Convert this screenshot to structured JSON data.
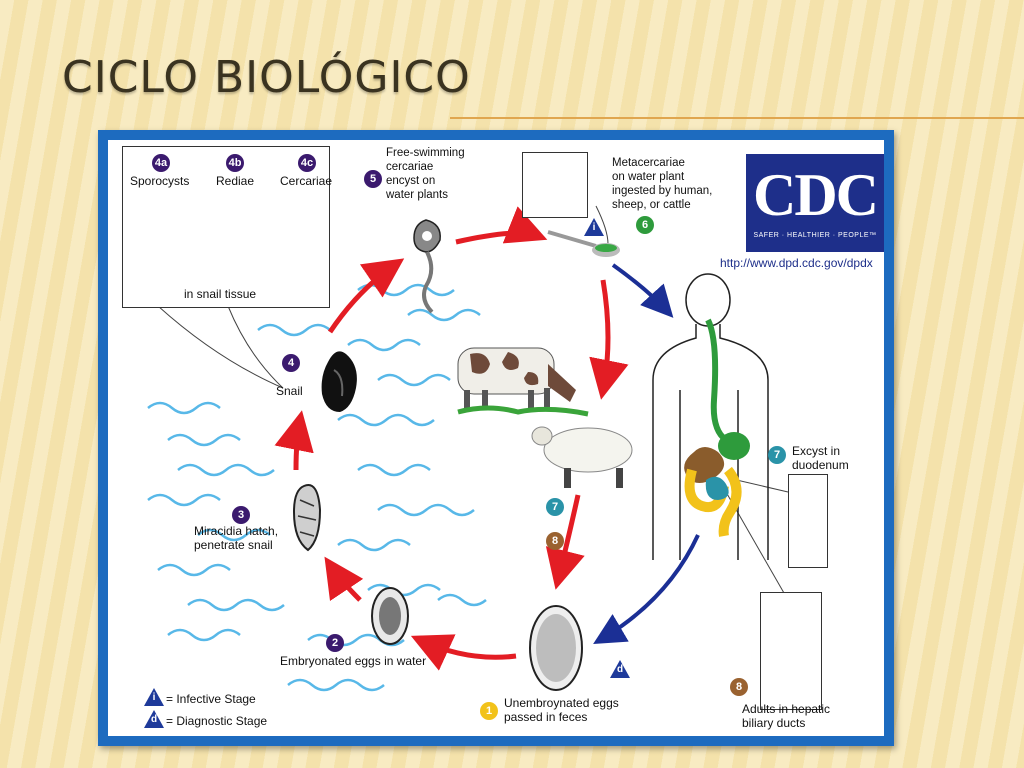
{
  "slide": {
    "title": "CICLO BIOLÓGICO"
  },
  "cdc": {
    "logo": "CDC",
    "tagline": "SAFER · HEALTHIER · PEOPLE™",
    "url": "http://www.dpd.cdc.gov/dpdx"
  },
  "stages": {
    "s4a": {
      "num": "4a",
      "label": "Sporocysts"
    },
    "s4b": {
      "num": "4b",
      "label": "Rediae"
    },
    "s4c": {
      "num": "4c",
      "label": "Cercariae"
    },
    "snail_tissue": "in snail tissue",
    "s5": {
      "num": "5",
      "label": "Free-swimming\ncercariae\nencyst on\nwater plants"
    },
    "s6": {
      "num": "6",
      "label": "Metacercariae\non water plant\ningested by human,\nsheep, or cattle"
    },
    "s4": {
      "num": "4",
      "label": "Snail"
    },
    "s3": {
      "num": "3",
      "label": "Miracidia hatch,\npenetrate snail"
    },
    "s2": {
      "num": "2",
      "label": "Embryonated eggs in water"
    },
    "s1": {
      "num": "1",
      "label": "Unembroynated eggs\npassed in feces"
    },
    "s7": {
      "num": "7",
      "label": "Excyst in\nduodenum"
    },
    "s7b": {
      "num": "7"
    },
    "s8": {
      "num": "8",
      "label": "Adults in hepatic\nbiliary ducts"
    },
    "s8b": {
      "num": "8"
    }
  },
  "legend": {
    "infective_symbol": "i",
    "infective_label": "= Infective Stage",
    "diagnostic_symbol": "d",
    "diagnostic_label": "= Diagnostic Stage"
  },
  "colors": {
    "arrow_red": "#e31d24",
    "arrow_blue": "#1b2f95",
    "water": "#58b8e8",
    "frame": "#1d6bbf"
  }
}
